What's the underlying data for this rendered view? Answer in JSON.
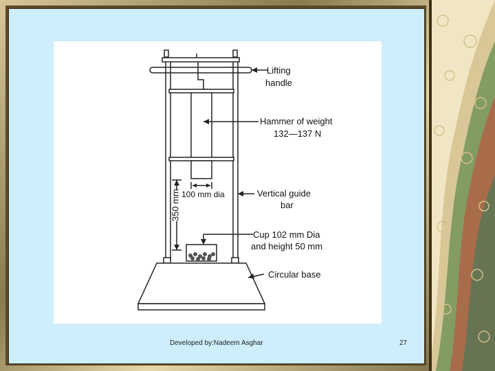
{
  "diagram": {
    "labels": {
      "lifting_handle_1": "Lifting",
      "lifting_handle_2": "handle",
      "hammer_1": "Hammer of weight",
      "hammer_2": "132—137 N",
      "hammer_dia": "100 mm dia",
      "guide_bar_1": "Vertical guide",
      "guide_bar_2": "bar",
      "drop_height": "350 mm",
      "cup_1": "Cup 102 mm Dia",
      "cup_2": "and height 50 mm",
      "base": "Circular base"
    },
    "colors": {
      "line": "#222222",
      "slide_bg": "#cdeefa"
    }
  },
  "footer": {
    "credit": "Developed by:Nadeem Asghar",
    "page_number": "27"
  }
}
